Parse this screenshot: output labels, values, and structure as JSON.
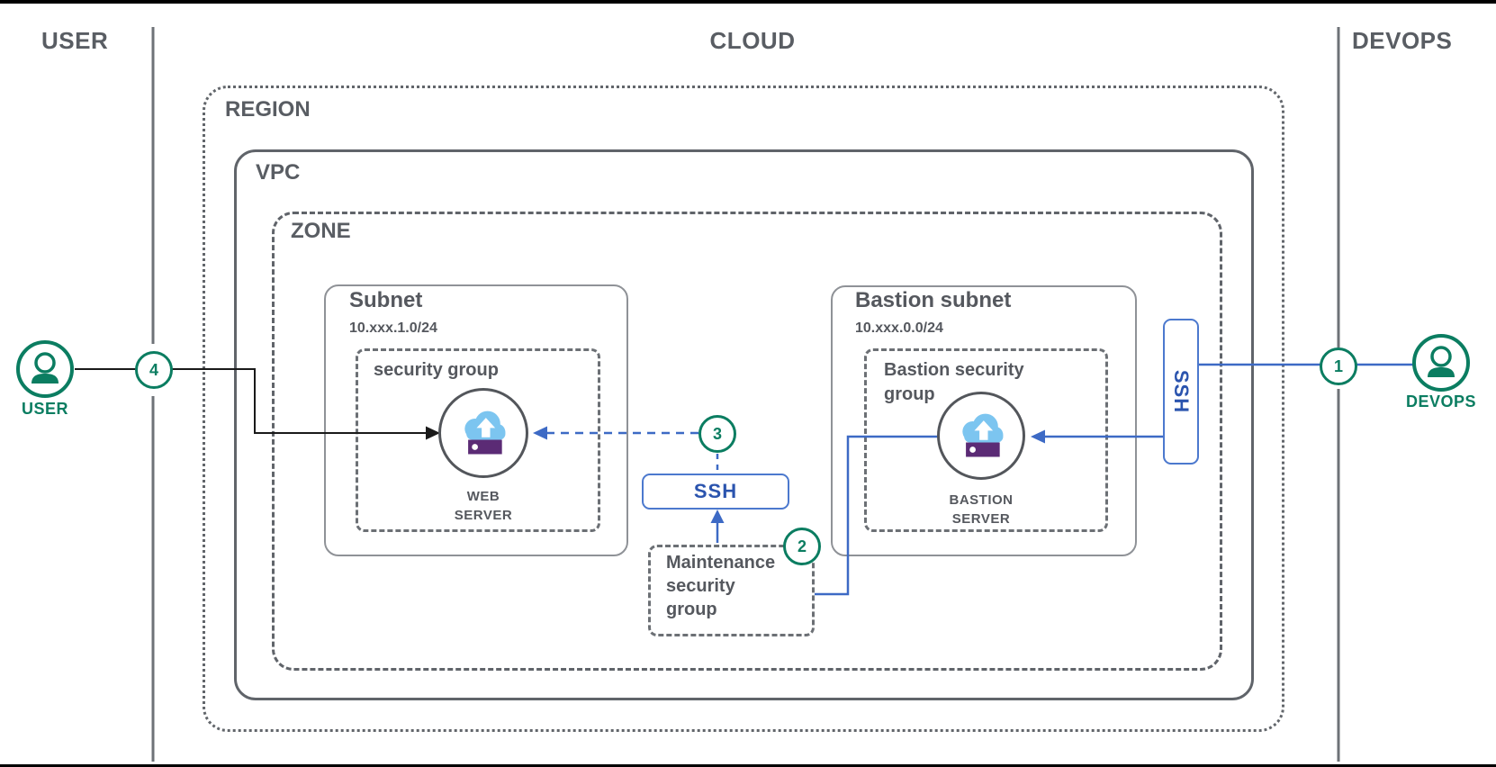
{
  "lanes": {
    "user": "USER",
    "cloud": "CLOUD",
    "devops": "DEVOPS"
  },
  "region": {
    "label": "REGION"
  },
  "vpc": {
    "label": "VPC"
  },
  "zone": {
    "label": "ZONE"
  },
  "web_subnet": {
    "title": "Subnet",
    "cidr": "10.xxx.1.0/24",
    "security_group_label": "security group",
    "server_line1": "WEB",
    "server_line2": "SERVER"
  },
  "bastion_subnet": {
    "title": "Bastion subnet",
    "cidr": "10.xxx.0.0/24",
    "security_group_line1": "Bastion security",
    "security_group_line2": "group",
    "server_line1": "BASTION",
    "server_line2": "SERVER"
  },
  "maintenance_group": {
    "line1": "Maintenance",
    "line2": "security",
    "line3": "group"
  },
  "ssh_horizontal": {
    "label": "SSH"
  },
  "ssh_vertical": {
    "label": "SSH"
  },
  "steps": {
    "step1": "1",
    "step2": "2",
    "step3": "3",
    "step4": "4"
  },
  "actors": {
    "user_label": "USER",
    "devops_label": "DEVOPS"
  },
  "colors": {
    "accent_green": "#0b7d61",
    "accent_blue": "#3d6ac5",
    "ssh_text_blue": "#2b54ae",
    "icon_cloud_blue": "#7cc5f0",
    "icon_purple": "#5b2b75",
    "line_gray": "#60646a",
    "text_gray": "#55585e",
    "black_line": "#1a1a1a"
  }
}
